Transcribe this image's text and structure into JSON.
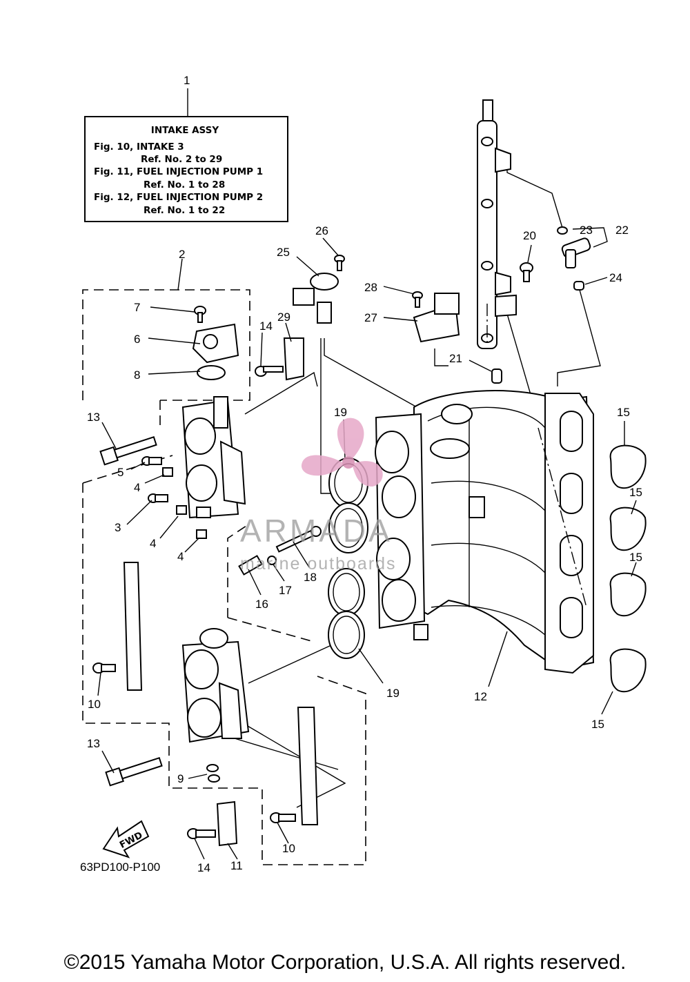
{
  "info_box": {
    "title": "INTAKE ASSY",
    "lines": [
      "Fig. 10, INTAKE 3",
      "Ref. No. 2 to 29",
      "Fig. 11, FUEL INJECTION PUMP 1",
      "Ref. No. 1 to 28",
      "Fig. 12, FUEL INJECTION PUMP 2",
      "Ref. No. 1 to 22"
    ]
  },
  "callouts": {
    "c1": "1",
    "c2": "2",
    "c3": "3",
    "c4a": "4",
    "c4b": "4",
    "c4c": "4",
    "c5": "5",
    "c6": "6",
    "c7": "7",
    "c8": "8",
    "c9": "9",
    "c10a": "10",
    "c10b": "10",
    "c11": "11",
    "c12": "12",
    "c13a": "13",
    "c13b": "13",
    "c14a": "14",
    "c14b": "14",
    "c15a": "15",
    "c15b": "15",
    "c15c": "15",
    "c15d": "15",
    "c16": "16",
    "c17": "17",
    "c18": "18",
    "c19a": "19",
    "c19b": "19",
    "c20": "20",
    "c21": "21",
    "c22": "22",
    "c23": "23",
    "c24": "24",
    "c25": "25",
    "c26": "26",
    "c27": "27",
    "c28": "28",
    "c29": "29"
  },
  "fwd_label": "FWD",
  "diagram_code": "63PD100-P100",
  "watermark": {
    "brand": "ARMADA",
    "tagline": "marine outboards",
    "colors": {
      "logo": "#e6a8c8",
      "text": "#9a9a9a"
    }
  },
  "copyright": "©2015 Yamaha Motor Corporation, U.S.A. All rights reserved."
}
